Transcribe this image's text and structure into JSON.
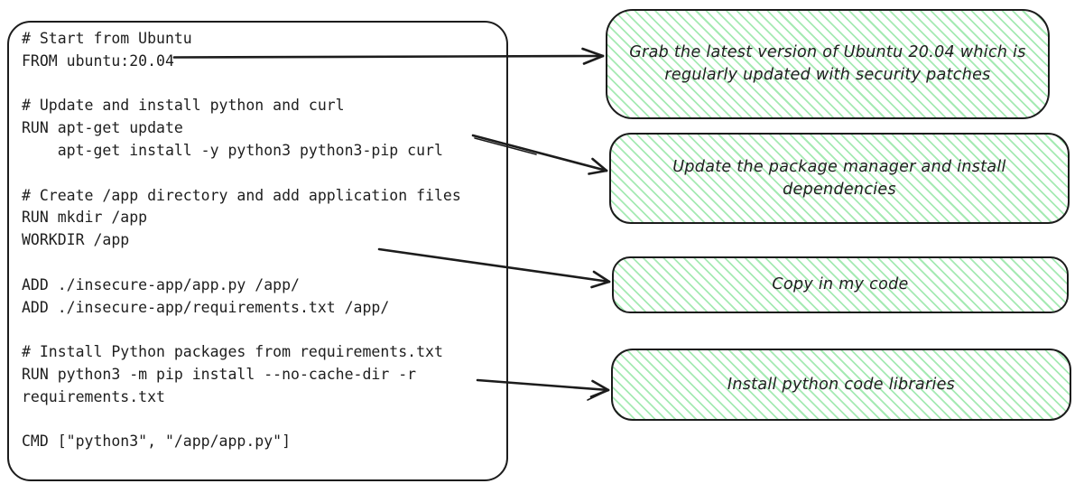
{
  "code_block": {
    "lines": [
      "# Start from Ubuntu",
      "FROM ubuntu:20.04",
      "",
      "# Update and install python and curl",
      "RUN apt-get update",
      "    apt-get install -y python3 python3-pip curl",
      "",
      "# Create /app directory and add application files",
      "RUN mkdir /app",
      "WORKDIR /app",
      "",
      "ADD ./insecure-app/app.py /app/",
      "ADD ./insecure-app/requirements.txt /app/",
      "",
      "# Install Python packages from requirements.txt",
      "RUN python3 -m pip install --no-cache-dir -r",
      "requirements.txt",
      "",
      "CMD [\"python3\", \"/app/app.py\"]"
    ]
  },
  "annotations": [
    {
      "label": "Grab the latest version of Ubuntu 20.04 which is regularly updated with security patches"
    },
    {
      "label": "Update the package manager and install dependencies"
    },
    {
      "label": "Copy in my code"
    },
    {
      "label": "Install python code libraries"
    }
  ],
  "colors": {
    "ink": "#1c1c1c",
    "hatch_green": "#a5eab3",
    "box_fill": "#ffffff"
  }
}
